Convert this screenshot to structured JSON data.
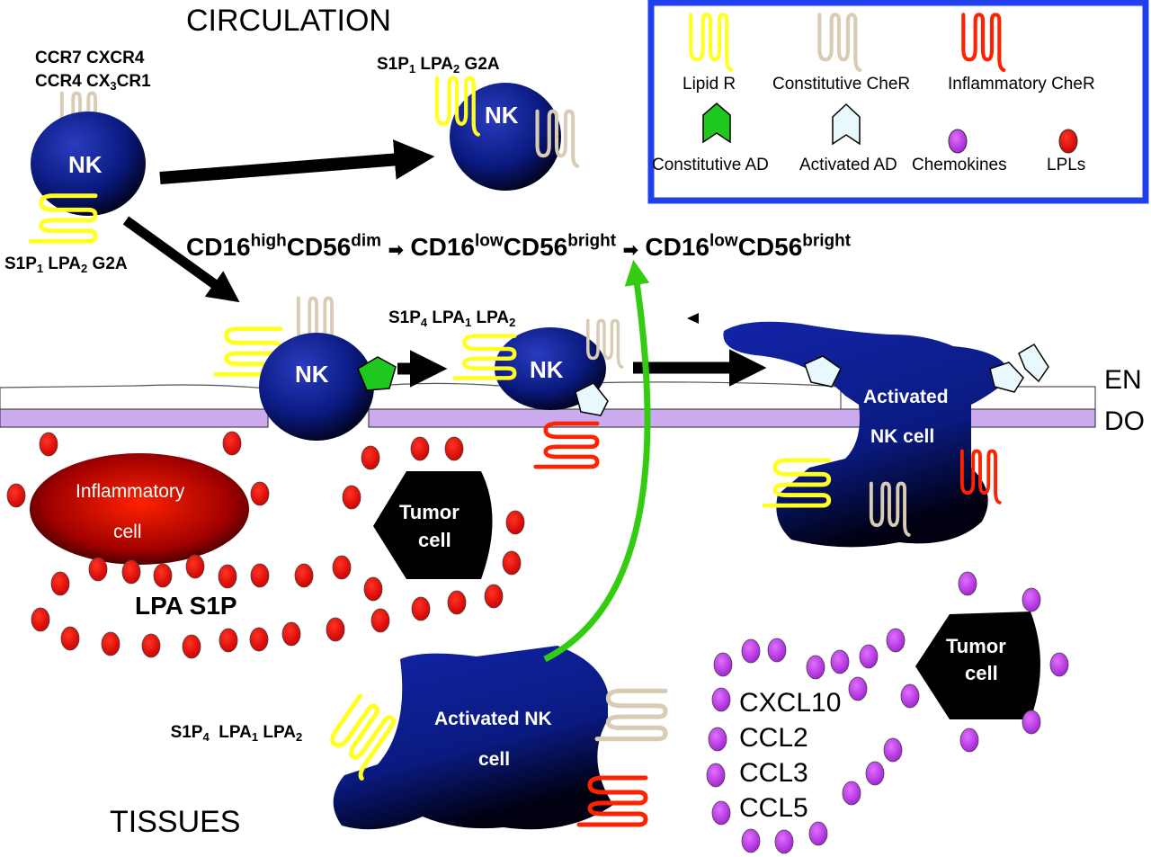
{
  "titles": {
    "circulation": "CIRCULATION",
    "tissues": "TISSUES"
  },
  "side_labels": {
    "en": "EN",
    "do": "DO"
  },
  "receptors": {
    "nk1_top_line1": "CCR7 CXCR4",
    "nk1_top_line2a": "CCR4 CX",
    "nk1_top_line2_sub": "3",
    "nk1_top_line2b": "CR1",
    "nk1_bottom": [
      "S1P",
      "1",
      " LPA",
      "2",
      " G2A"
    ],
    "nk2_top": [
      "S1P",
      "1",
      " LPA",
      "2",
      " G2A"
    ],
    "endo_mid": [
      "S1P",
      "4",
      " LPA",
      "1",
      " LPA",
      "2"
    ],
    "tissue": [
      "S1P",
      "4",
      "  LPA",
      "1",
      " LPA",
      "2"
    ]
  },
  "cd_sequence": {
    "s1_a": "CD16",
    "s1_a_sup": "high",
    "s1_b": "CD56",
    "s1_b_sup": "dim",
    "arrow1": "➡",
    "s2_a": "CD16",
    "s2_a_sup": "low",
    "s2_b": "CD56",
    "s2_b_sup": "bright",
    "arrow2": "➡",
    "s3_a": "CD16",
    "s3_a_sup": "low",
    "s3_b": "CD56",
    "s3_b_sup": "bright"
  },
  "cells": {
    "nk": "NK",
    "activated_nk_line1": "Activated",
    "activated_nk_line2": "NK cell",
    "inflammatory_line1": "Inflammatory",
    "inflammatory_line2": "cell",
    "tumor_line1": "Tumor",
    "tumor_line2": "cell",
    "tissue_nk_line1": "Activated NK",
    "tissue_nk_line2": "cell"
  },
  "lipids_label": "LPA S1P",
  "chemokines": [
    "CXCL10",
    "CCL2",
    "CCL3",
    "CCL5"
  ],
  "legend": {
    "lipid_r": "Lipid R",
    "constitutive_cher": "Constitutive CheR",
    "inflammatory_cher": "Inflammatory CheR",
    "constitutive_ad": "Constitutive AD",
    "activated_ad": "Activated AD",
    "chemokines": "Chemokines",
    "lpls": "LPLs"
  },
  "colors": {
    "lipid_receptor": "#ffff22",
    "constitutive_receptor": "#d9ccb4",
    "inflammatory_receptor": "#ff2200",
    "constitutive_ad": "#1ec81e",
    "activated_ad": "#e8f8fc",
    "chemokine_dot": "#cc44ee",
    "lpl_dot": "#ee1100",
    "nk_cell": "#0a1a80",
    "endothelium_membrane": "#ccaaee",
    "legend_border": "#2040ee",
    "migration_arrow": "#33cc11"
  }
}
